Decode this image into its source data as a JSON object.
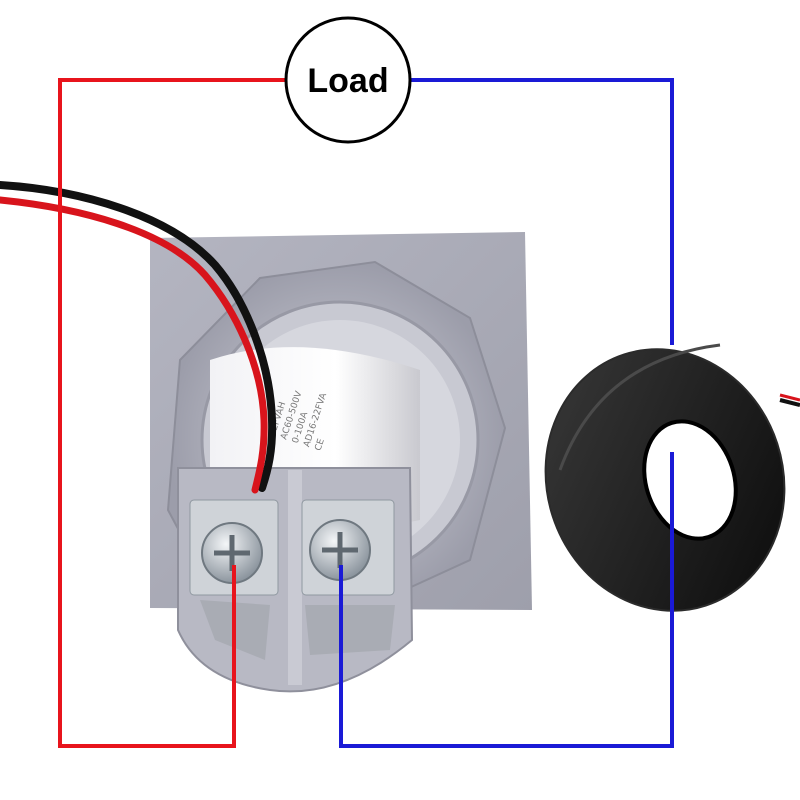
{
  "load_label": "Load",
  "meter": {
    "body_label_lines": [
      "22FVAH",
      "AC60-500V",
      "0-100A",
      "AD16-22FVA",
      "CE"
    ]
  },
  "wires": {
    "live_color": "#e8141c",
    "neutral_color": "#1a1ad6"
  },
  "colors": {
    "meter_gray": "#a6a7b3",
    "ct_black": "#141414",
    "cable_black": "#111111",
    "cable_red": "#d8141c"
  }
}
